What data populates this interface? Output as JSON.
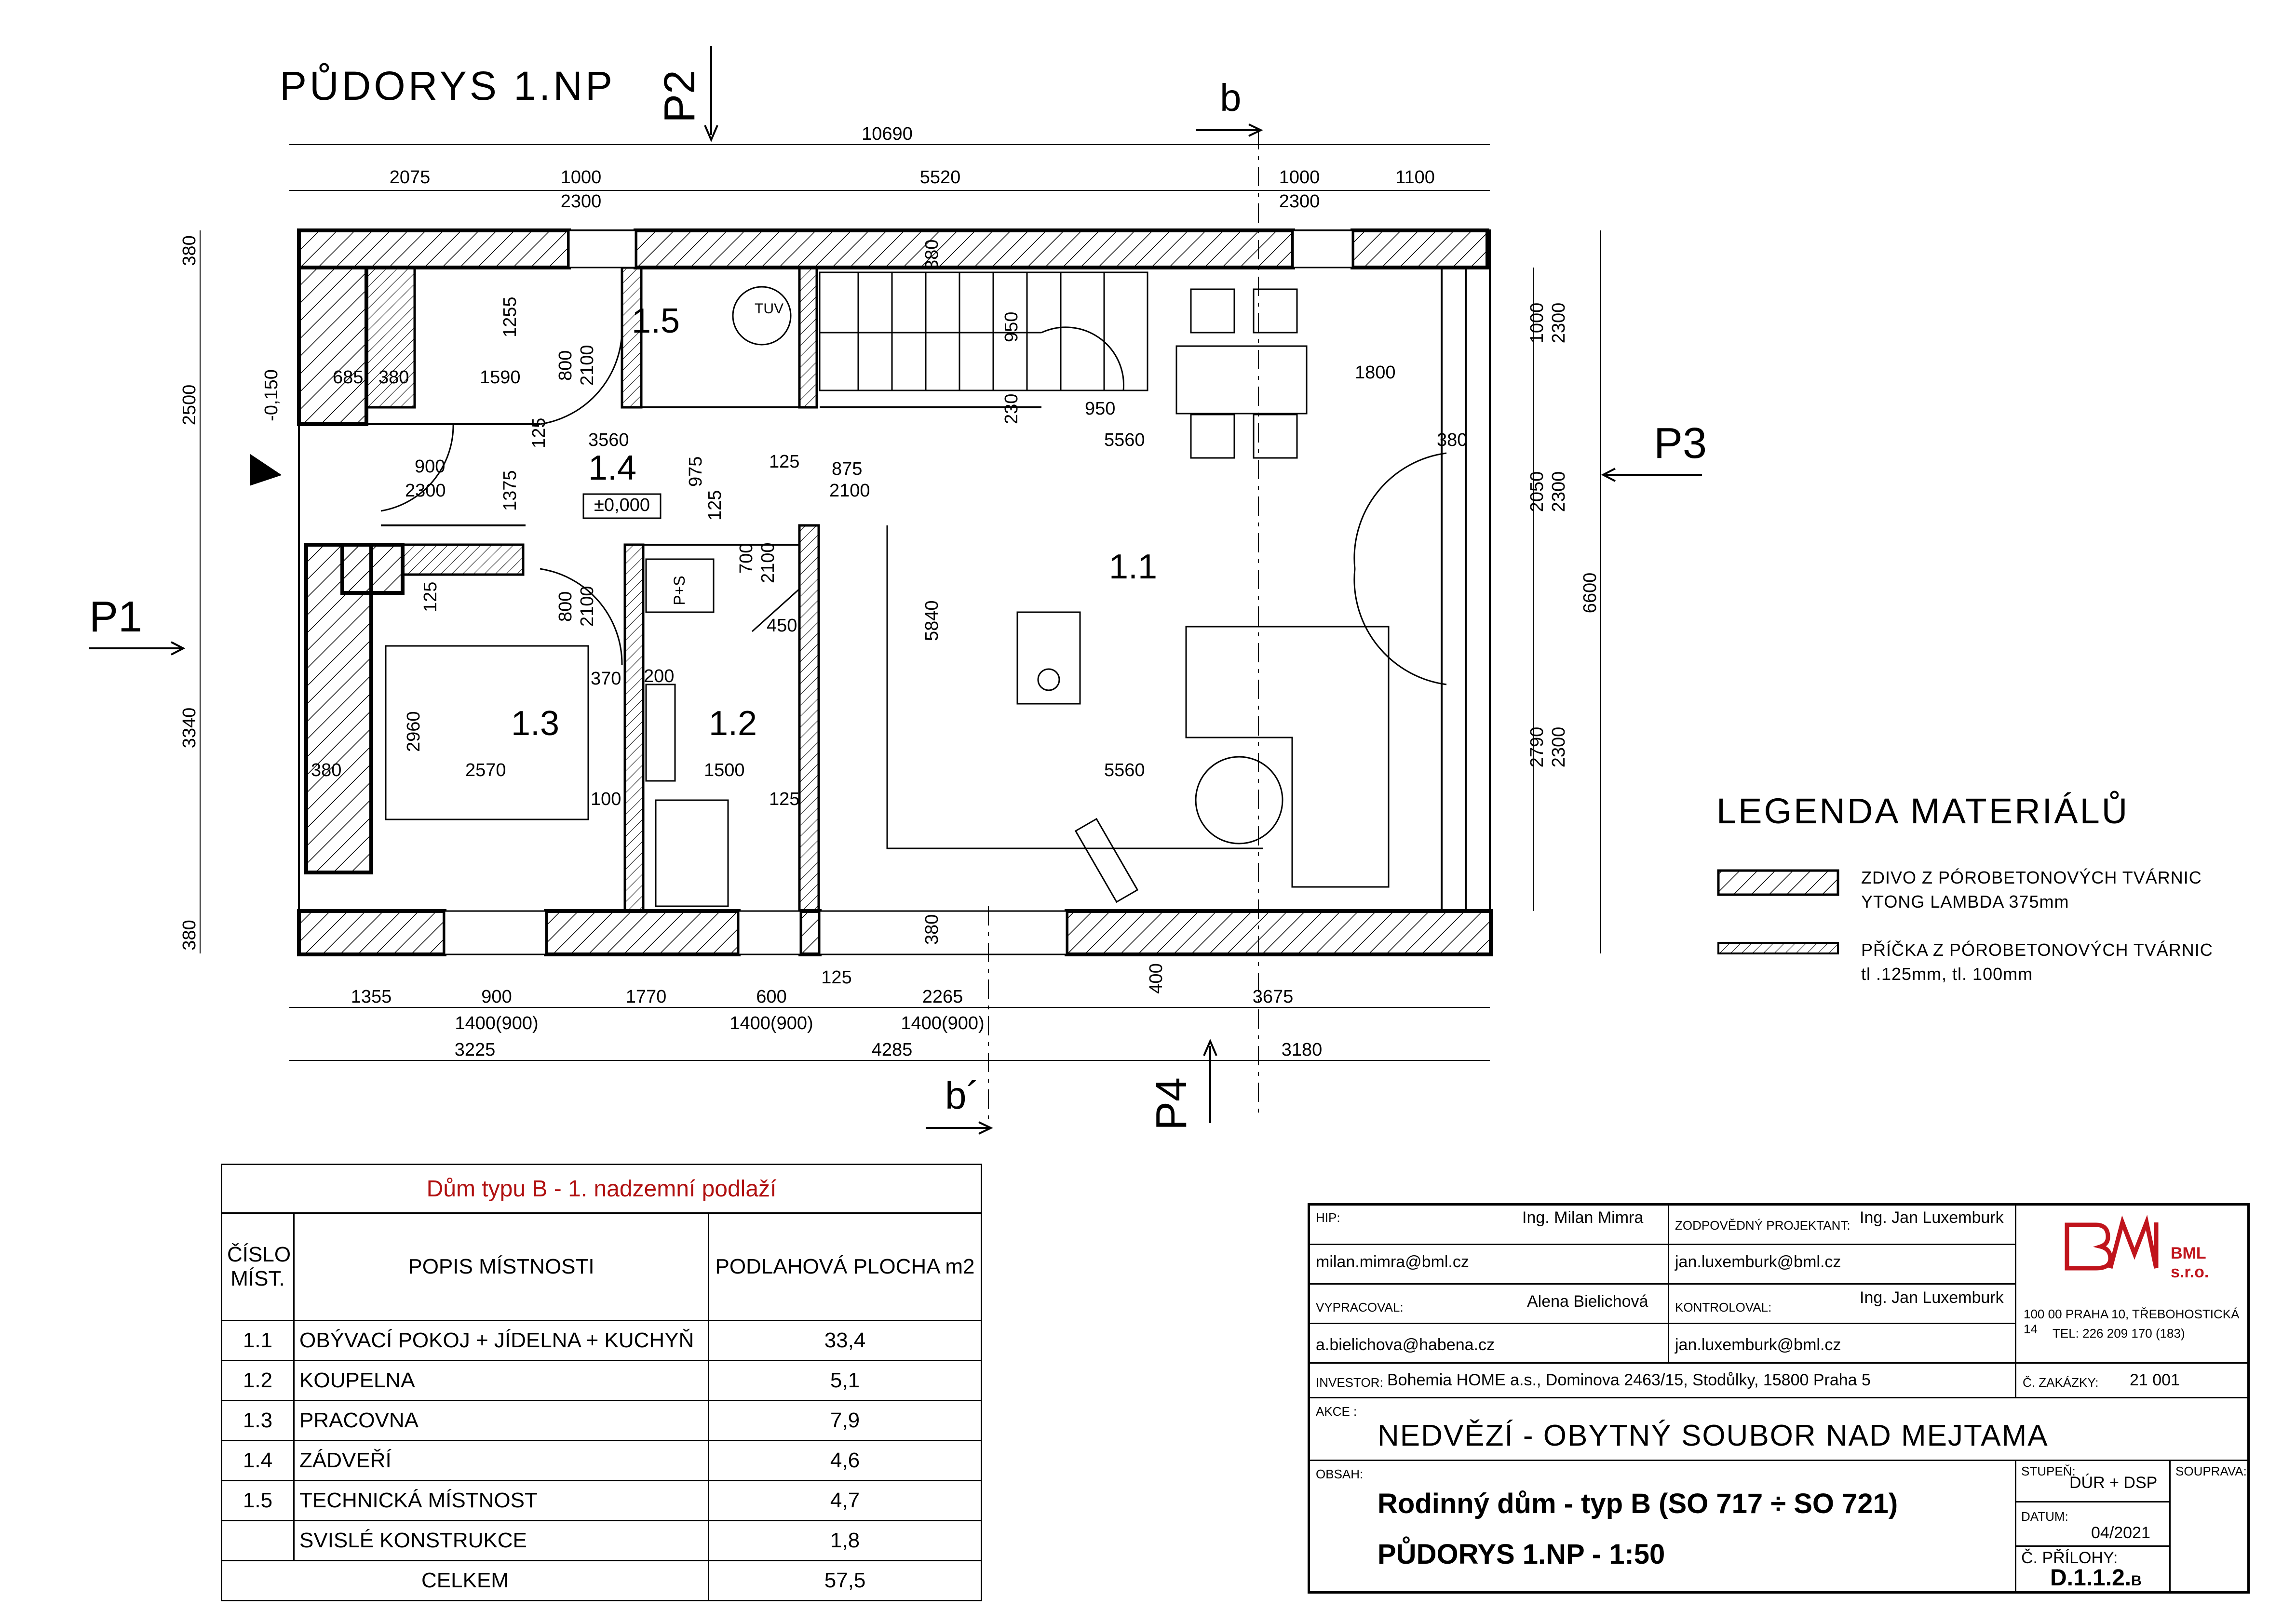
{
  "sheet": {
    "title": "PŮDORYS 1.NP"
  },
  "sections": {
    "p1": "P1",
    "p2": "P2",
    "p3": "P3",
    "p4": "P4",
    "b": "b",
    "b_prime": "b´"
  },
  "dimensions": {
    "top_total": "10690",
    "top": [
      "2075",
      "1000",
      "2300",
      "5520",
      "1000",
      "2300",
      "1100"
    ],
    "left": [
      "380",
      "2500",
      "3340",
      "380"
    ],
    "right": [
      "1000",
      "2300",
      "2050",
      "2300",
      "2790",
      "2300",
      "6600"
    ],
    "bottom_row1": [
      "1355",
      "900",
      "1400(900)",
      "1770",
      "600",
      "1400(900)",
      "125",
      "2265",
      "1400(900)",
      "400",
      "3675"
    ],
    "bottom_row2": [
      "3225",
      "4285",
      "3180"
    ],
    "inner": [
      "685",
      "380",
      "1590",
      "1255",
      "800",
      "2100",
      "125",
      "3560",
      "900",
      "2300",
      "1375",
      "975",
      "125",
      "875",
      "2100",
      "125",
      "800",
      "2100",
      "700",
      "2100",
      "450",
      "370",
      "200",
      "2960",
      "2570",
      "1500",
      "380",
      "100",
      "125",
      "950",
      "230",
      "950",
      "5560",
      "1800",
      "380",
      "5840",
      "5560",
      "380",
      "380",
      "125"
    ],
    "level_front": "-0,150",
    "level_floor": "±0,000",
    "tuv": "TUV",
    "ps": "P+S"
  },
  "rooms_on_plan": [
    "1.1",
    "1.2",
    "1.3",
    "1.4",
    "1.5"
  ],
  "legend": {
    "title": "LEGENDA MATERIÁLŮ",
    "items": [
      {
        "line1": "ZDIVO Z PÓROBETONOVÝCH TVÁRNIC",
        "line2": "YTONG LAMBDA 375mm"
      },
      {
        "line1": "PŘÍČKA Z PÓROBETONOVÝCH TVÁRNIC",
        "line2": "tl .125mm,  tl. 100mm"
      }
    ]
  },
  "room_table": {
    "caption": "Dům typu B - 1. nadzemní podlaží",
    "headers": {
      "num": "ČÍSLO MÍST.",
      "desc": "POPIS MÍSTNOSTI",
      "area": "PODLAHOVÁ PLOCHA m2"
    },
    "rows": [
      {
        "num": "1.1",
        "desc": "OBÝVACÍ POKOJ + JÍDELNA + KUCHYŇ",
        "area": "33,4"
      },
      {
        "num": "1.2",
        "desc": "KOUPELNA",
        "area": "5,1"
      },
      {
        "num": "1.3",
        "desc": "PRACOVNA",
        "area": "7,9"
      },
      {
        "num": "1.4",
        "desc": "ZÁDVEŘÍ",
        "area": "4,6"
      },
      {
        "num": "1.5",
        "desc": "TECHNICKÁ MÍSTNOST",
        "area": "4,7"
      },
      {
        "num": "",
        "desc": "SVISLÉ KONSTRUKCE",
        "area": "1,8"
      }
    ],
    "total": {
      "label": "CELKEM",
      "area": "57,5"
    }
  },
  "title_block": {
    "hip_label": "HIP:",
    "hip_name": "Ing. Milan Mimra",
    "hip_email": "milan.mimra@bml.cz",
    "zp_label": "ZODPOVĚDNÝ PROJEKTANT:",
    "zp_name": "Ing. Jan Luxemburk",
    "zp_email": "jan.luxemburk@bml.cz",
    "vyp_label": "VYPRACOVAL:",
    "vyp_name": "Alena Bielichová",
    "vyp_email": "a.bielichova@habena.cz",
    "kon_label": "KONTROLOVAL:",
    "kon_name": "Ing. Jan Luxemburk",
    "kon_email": "jan.luxemburk@bml.cz",
    "inv_label": "INVESTOR:",
    "inv_value": "Bohemia HOME a.s., Dominova 2463/15, Stodůlky, 15800 Praha 5",
    "zak_label": "Č. ZAKÁZKY:",
    "zak_value": "21 001",
    "akce_label": "AKCE :",
    "akce_value": "NEDVĚZÍ - OBYTNÝ SOUBOR  NAD  MEJTAMA",
    "obsah_label": "OBSAH:",
    "obsah_line1": "Rodinný dům - typ B  (SO 717 ÷ SO 721)",
    "obsah_line2": "PŮDORYS  1.NP - 1:50",
    "stupen_label": "STUPEŇ:",
    "stupen_value": "DÚR + DSP",
    "soupr_label": "SOUPRAVA:",
    "datum_label": "DATUM:",
    "datum_value": "04/2021",
    "priloha_label": "Č. PŘÍLOHY:",
    "priloha_value": "D.1.1.2.",
    "priloha_suffix": "B",
    "company": "BML s.r.o.",
    "address": "100 00 PRAHA 10, TŘEBOHOSTICKÁ 14",
    "tel": "TEL: 226 209 170 (183)",
    "logo_color": "#c0141c"
  }
}
